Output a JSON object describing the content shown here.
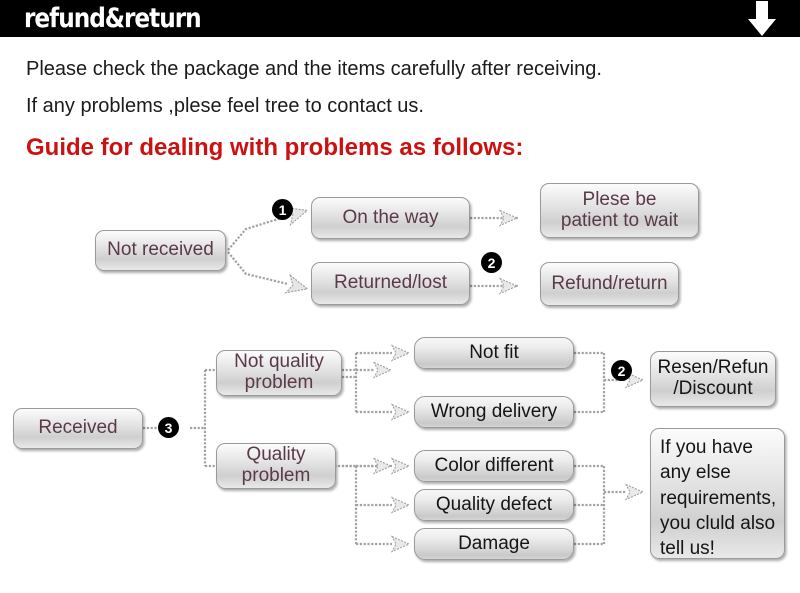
{
  "header": {
    "title": "refund&return",
    "arrow_icon": "down-arrow-icon",
    "bg_color": "#000000",
    "text_color": "#ffffff"
  },
  "intro": {
    "line1": "Please check the package and the items carefully after receiving.",
    "line2": "If any problems ,plese feel tree to contact us.",
    "guide_heading": "Guide for dealing with problems as follows:",
    "guide_color": "#cc1111"
  },
  "flow_not_received": {
    "start": "Not received",
    "branches": [
      {
        "badge": "1",
        "status": "On the way",
        "outcome": "Plese be\npatient to wait",
        "outcome_l1": "Plese be",
        "outcome_l2": "patient to wait"
      },
      {
        "badge": "2",
        "status": "Returned/lost",
        "outcome": "Refund/return",
        "outcome_l1": "Refund/return",
        "outcome_l2": ""
      }
    ]
  },
  "flow_received": {
    "start": "Received",
    "start_badge": "3",
    "categories": [
      {
        "label_l1": "Not quality",
        "label_l2": "problem",
        "reasons": [
          "Not fit",
          "Wrong delivery"
        ]
      },
      {
        "label_l1": "Quality",
        "label_l2": "problem",
        "reasons": [
          "Color different",
          "Quality defect",
          "Damage"
        ]
      }
    ],
    "outcomes": [
      {
        "badge": "2",
        "label_l1": "Resen/Refun",
        "label_l2": "/Discount"
      },
      {
        "badge": "",
        "lines": [
          "If you have",
          "any else",
          "requirements,",
          "you cluld also",
          "tell us!"
        ]
      }
    ]
  },
  "style": {
    "box_text_color_purple": "#5a3a4a",
    "box_text_color_dark": "#151515",
    "box_border": "#9a9a9a"
  }
}
